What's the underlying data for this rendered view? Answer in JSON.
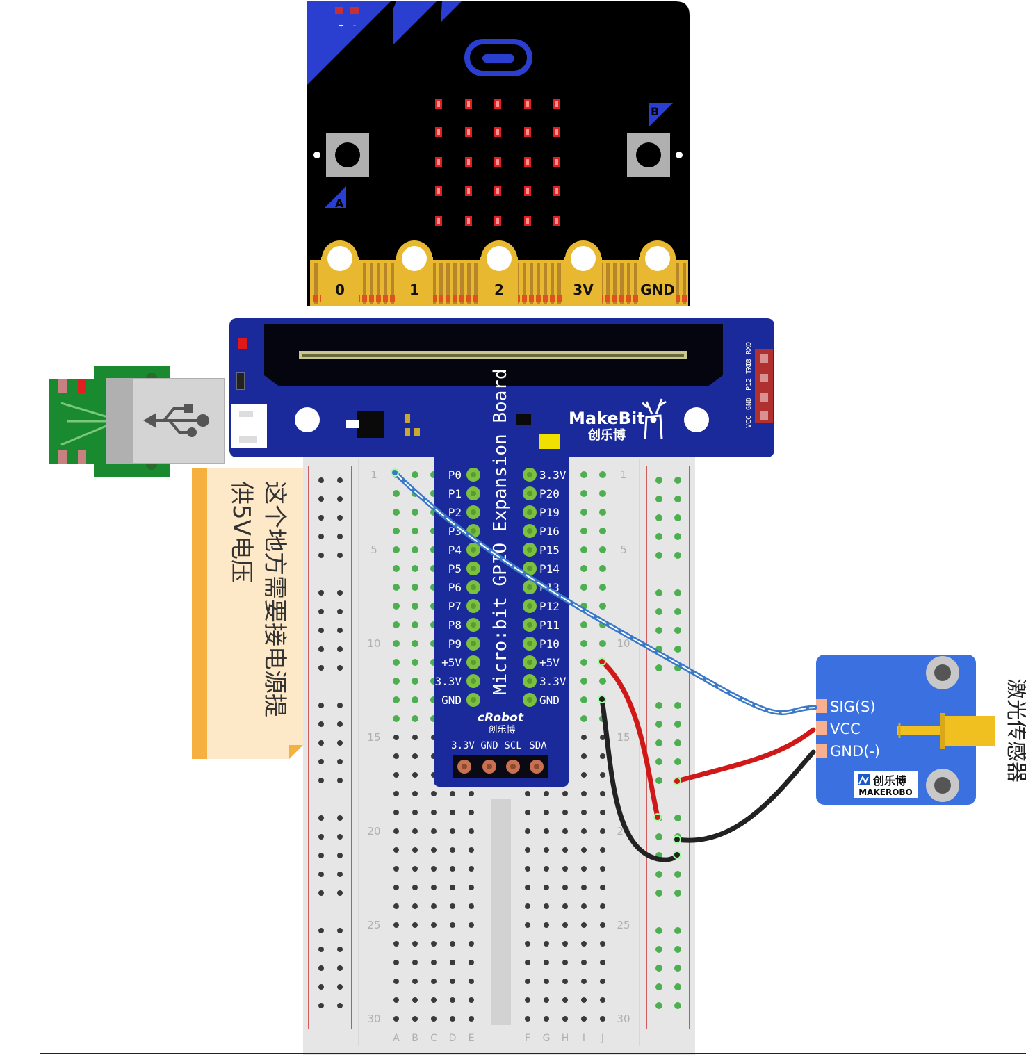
{
  "microbit": {
    "pin_labels": [
      "0",
      "1",
      "2",
      "3V",
      "GND"
    ],
    "button_a": "A",
    "button_b": "B",
    "battery_plus": "+",
    "battery_minus": "-"
  },
  "expansion_board": {
    "title": "Micro:bit GPIO Expansion Board",
    "brand": "MakeBit",
    "brand_cn": "创乐博",
    "robot_brand": "cRobot",
    "robot_brand_cn": "创乐博",
    "left_pins": [
      "P0",
      "P1",
      "P2",
      "P3",
      "P4",
      "P5",
      "P6",
      "P7",
      "P8",
      "P9",
      "+5V",
      "3.3V",
      "GND"
    ],
    "right_pins": [
      "3.3V",
      "P20",
      "P19",
      "P16",
      "P15",
      "P14",
      "P13",
      "P12",
      "P11",
      "P10",
      "+5V",
      "3.3V",
      "GND"
    ],
    "bottom_header": [
      "3.3V",
      "GND",
      "SCL",
      "SDA"
    ],
    "side_header": [
      "VCC",
      "GND",
      "P12 TXD",
      "P13 RXD"
    ]
  },
  "breadboard": {
    "row_numbers": [
      "1",
      "5",
      "10",
      "15",
      "20",
      "25",
      "30"
    ],
    "col_letters_left": [
      "A",
      "B",
      "C",
      "D",
      "E"
    ],
    "col_letters_right": [
      "F",
      "G",
      "H",
      "I",
      "J"
    ]
  },
  "note": {
    "text_col1": "这个地方需要接电源提",
    "text_col2": "供5V电压"
  },
  "sensor": {
    "pins": [
      "SIG(S)",
      "VCC",
      "GND(-)"
    ],
    "logo_cn": "创乐博",
    "logo_en": "MAKEROBO",
    "name": "激光传感器"
  },
  "colors": {
    "microbit_body": "#000000",
    "microbit_blue": "#2a3fd0",
    "gold": "#e8b830",
    "board_blue": "#1a2a9a",
    "wire_signal": "#3a78c8",
    "wire_power": "#d01818",
    "wire_ground": "#222222",
    "sensor_blue": "#3a70e0",
    "note_bg": "#fde8c8",
    "note_edge": "#f5b040"
  }
}
